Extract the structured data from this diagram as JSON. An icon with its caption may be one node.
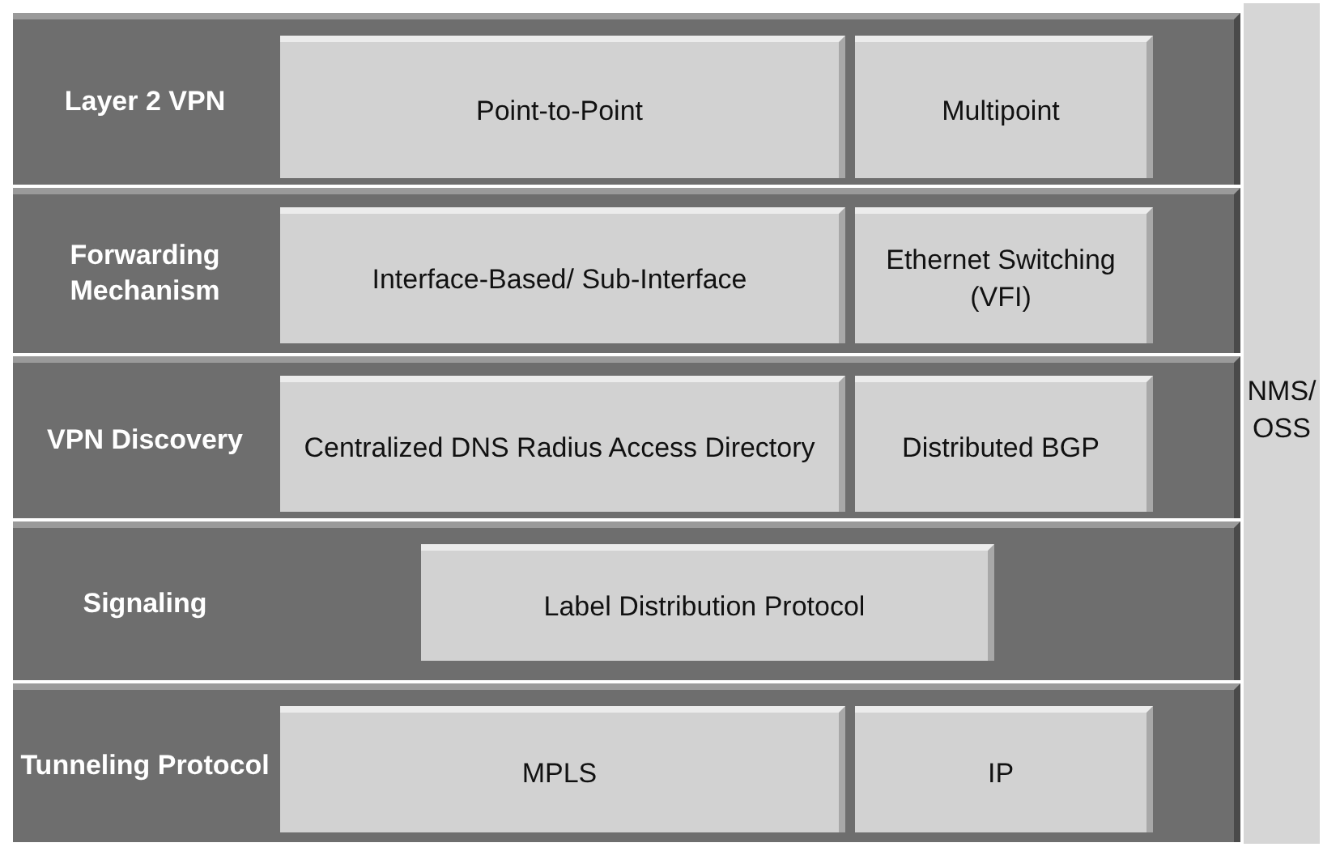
{
  "diagram": {
    "nodes": [
      {
        "text": [
          "Layer 2 VPN"
        ]
      },
      {
        "text": [
          "Point-to-Point"
        ],
        "in": 0
      },
      {
        "text": [
          "Multipoint"
        ],
        "in": 0
      },
      {
        "text": [
          "Forwarding Mechanism"
        ]
      },
      {
        "text": [
          "Interface-Based/ Sub-Interface"
        ],
        "in": 3
      },
      {
        "text": [
          "Ethernet Switching (VFI)"
        ],
        "in": 3
      },
      {
        "text": [
          "VPN Discovery"
        ]
      },
      {
        "text": [
          "Centralized DNS Radius Access Directory"
        ],
        "in": 6
      },
      {
        "text": [
          "Distributed BGP"
        ],
        "in": 6
      },
      {
        "text": [
          "Signaling"
        ]
      },
      {
        "text": [
          "Label Distribution Protocol"
        ],
        "in": 9
      },
      {
        "text": [
          "Tunneling Protocol"
        ]
      },
      {
        "text": [
          "MPLS"
        ],
        "in": 11
      },
      {
        "text": [
          "IP"
        ],
        "in": 11
      },
      {
        "text": [
          "NMS/ OSS"
        ]
      }
    ]
  }
}
